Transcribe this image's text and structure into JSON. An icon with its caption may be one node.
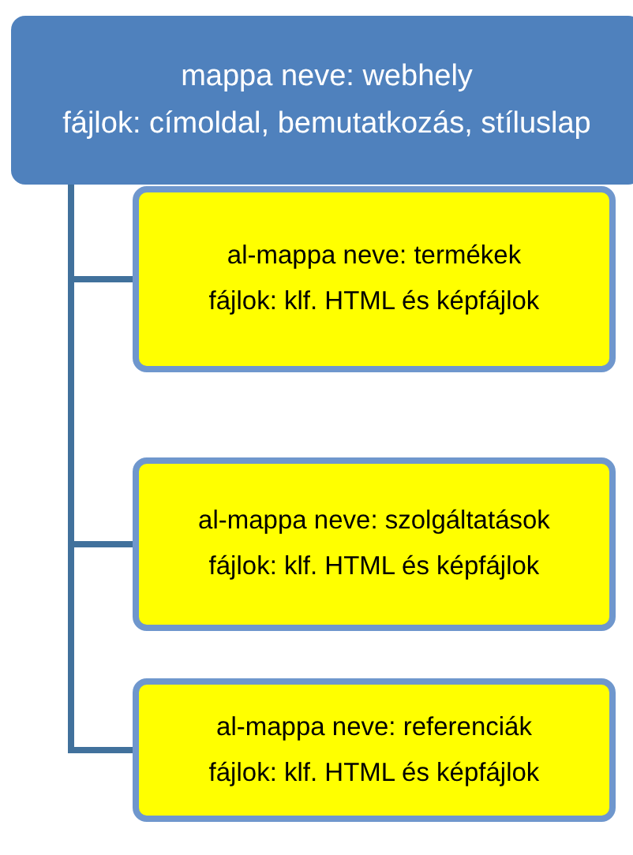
{
  "diagram": {
    "nodes": [
      {
        "text": [
          "mappa neve: webhely",
          "fájlok: címoldal, bemutatkozás, stíluslap"
        ]
      },
      {
        "text": [
          "al-mappa neve: termékek",
          "fájlok: klf. HTML és képfájlok"
        ]
      },
      {
        "text": [
          "al-mappa neve: szolgáltatások",
          "fájlok: klf. HTML és képfájlok"
        ]
      },
      {
        "text": [
          "al-mappa neve: referenciák",
          "fájlok: klf. HTML és képfájlok"
        ]
      }
    ],
    "edges": [
      {
        "from": 0,
        "to": 1,
        "arrow": "none"
      },
      {
        "from": 0,
        "to": 2,
        "arrow": "none"
      },
      {
        "from": 0,
        "to": 3,
        "arrow": "none"
      }
    ]
  }
}
